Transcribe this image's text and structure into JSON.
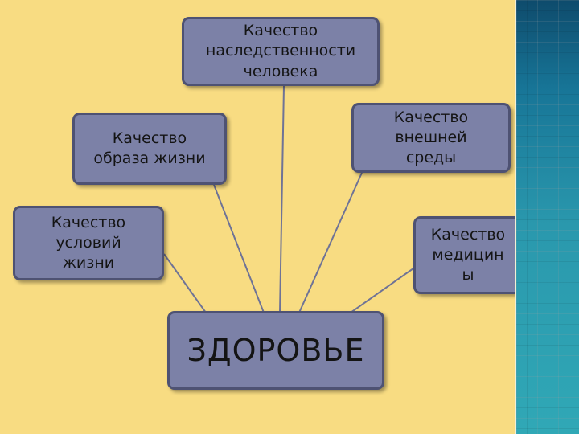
{
  "colors": {
    "background": "#f8dc82",
    "box_fill": "#7c81a7",
    "box_border": "#4e5273",
    "connector": "#6f7396",
    "sidebar_top": "#0e4b6c",
    "sidebar_bottom": "#30a8b6"
  },
  "diagram": {
    "center": {
      "label": "ЗДОРОВЬЕ"
    },
    "factors": [
      {
        "key": "heredity",
        "label": "Качество\nнаследственности\nчеловека"
      },
      {
        "key": "lifestyle",
        "label": "Качество\nобраза жизни"
      },
      {
        "key": "environment",
        "label": "Качество\nвнешней\nсреды"
      },
      {
        "key": "conditions",
        "label": "Качество\nусловий\nжизни"
      },
      {
        "key": "medicine",
        "label": "Качество\nмедицин\nы"
      }
    ]
  }
}
